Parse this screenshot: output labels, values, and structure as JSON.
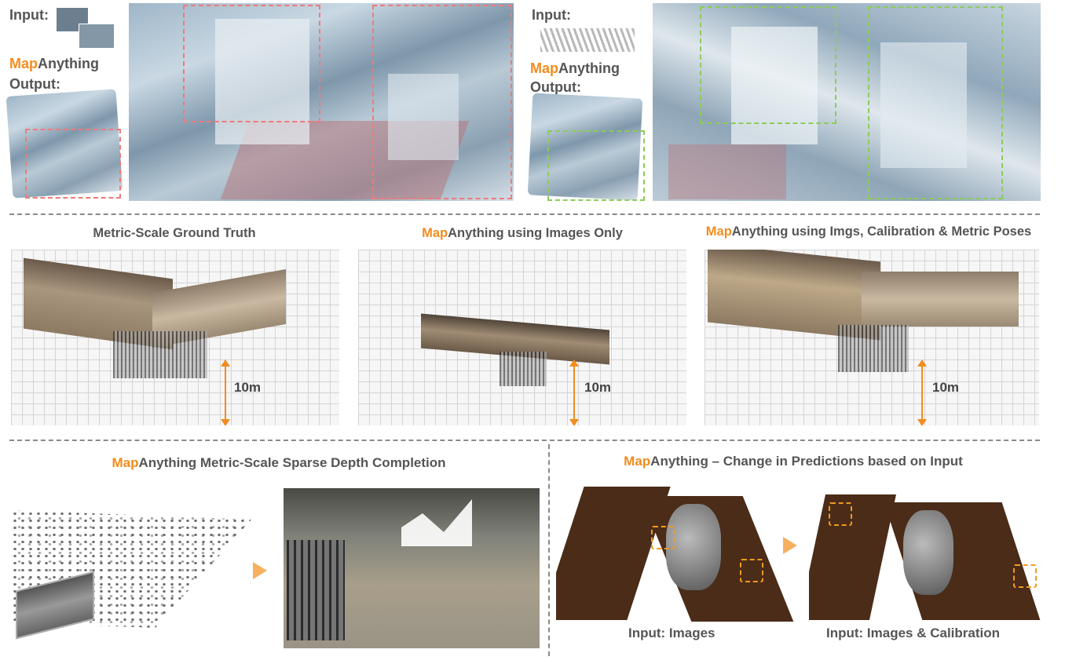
{
  "top": {
    "left": {
      "input_label": "Input:",
      "brand_highlight": "Map",
      "brand_rest": "Anything",
      "output_label": "Output:"
    },
    "right": {
      "input_label": "Input:",
      "brand_highlight": "Map",
      "brand_rest": "Anything",
      "output_label": "Output:"
    }
  },
  "middle": {
    "panel1_title": "Metric-Scale Ground Truth",
    "panel2_brand": "Map",
    "panel2_title": "Anything using Images Only",
    "panel3_brand": "Map",
    "panel3_title": "Anything using Imgs, Calibration & Metric Poses",
    "scale_label": "10m"
  },
  "bottom": {
    "left_brand": "Map",
    "left_title": "Anything Metric-Scale Sparse Depth Completion",
    "right_brand": "Map",
    "right_title": "Anything – Change in Predictions based on Input",
    "caption_images": "Input: Images",
    "caption_images_calib": "Input: Images & Calibration"
  },
  "colors": {
    "brand_orange": "#f28c1e",
    "red_dash": "#f07a7a",
    "green_dash": "#8ccc5a",
    "orange_dash": "#f39a1e"
  }
}
